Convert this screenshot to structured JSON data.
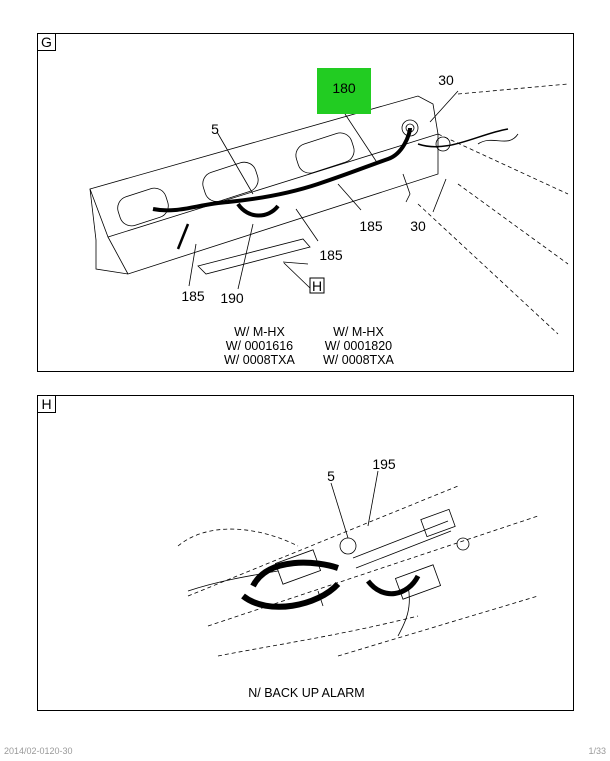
{
  "panel_g": {
    "tag": "G",
    "highlight": {
      "label": "180",
      "color": "#22cc22"
    },
    "callouts": {
      "c30_top": "30",
      "c5": "5",
      "c185_a": "185",
      "c30_bottom": "30",
      "c185_b": "185",
      "c185_c": "185",
      "c190": "190"
    },
    "view_ref": "H",
    "notes": [
      {
        "line1": "W/ M-HX",
        "line2": "W/ 0001616",
        "line3": "W/ 0008TXA"
      },
      {
        "line1": "W/ M-HX",
        "line2": "W/ 0001820",
        "line3": "W/ 0008TXA"
      }
    ]
  },
  "panel_h": {
    "tag": "H",
    "callouts": {
      "c5": "5",
      "c195": "195"
    },
    "caption": "N/ BACK UP ALARM"
  },
  "footer": {
    "left": "2014/02-0120-30",
    "right": "1/33"
  }
}
